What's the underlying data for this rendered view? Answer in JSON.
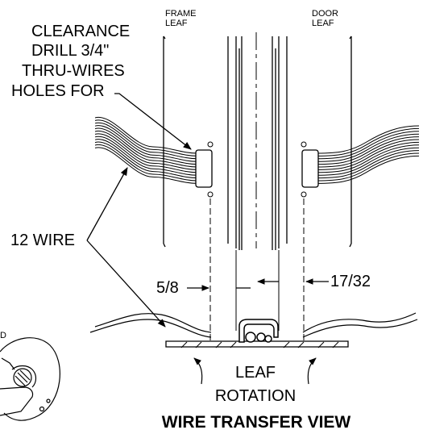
{
  "labels": {
    "frame_leaf": [
      "FRAME",
      "LEAF"
    ],
    "door_leaf": [
      "DOOR",
      "LEAF"
    ],
    "clearance_note": [
      "CLEARANCE",
      "DRILL 3/4\"",
      "THRU-WIRES",
      "HOLES FOR"
    ],
    "wire_count": "12 WIRE",
    "dim_left": "5/8",
    "dim_right": "17/32",
    "leaf_rotation": [
      "LEAF",
      "ROTATION"
    ],
    "view_title": "WIRE TRANSFER VIEW",
    "cut_off_text": "D"
  }
}
